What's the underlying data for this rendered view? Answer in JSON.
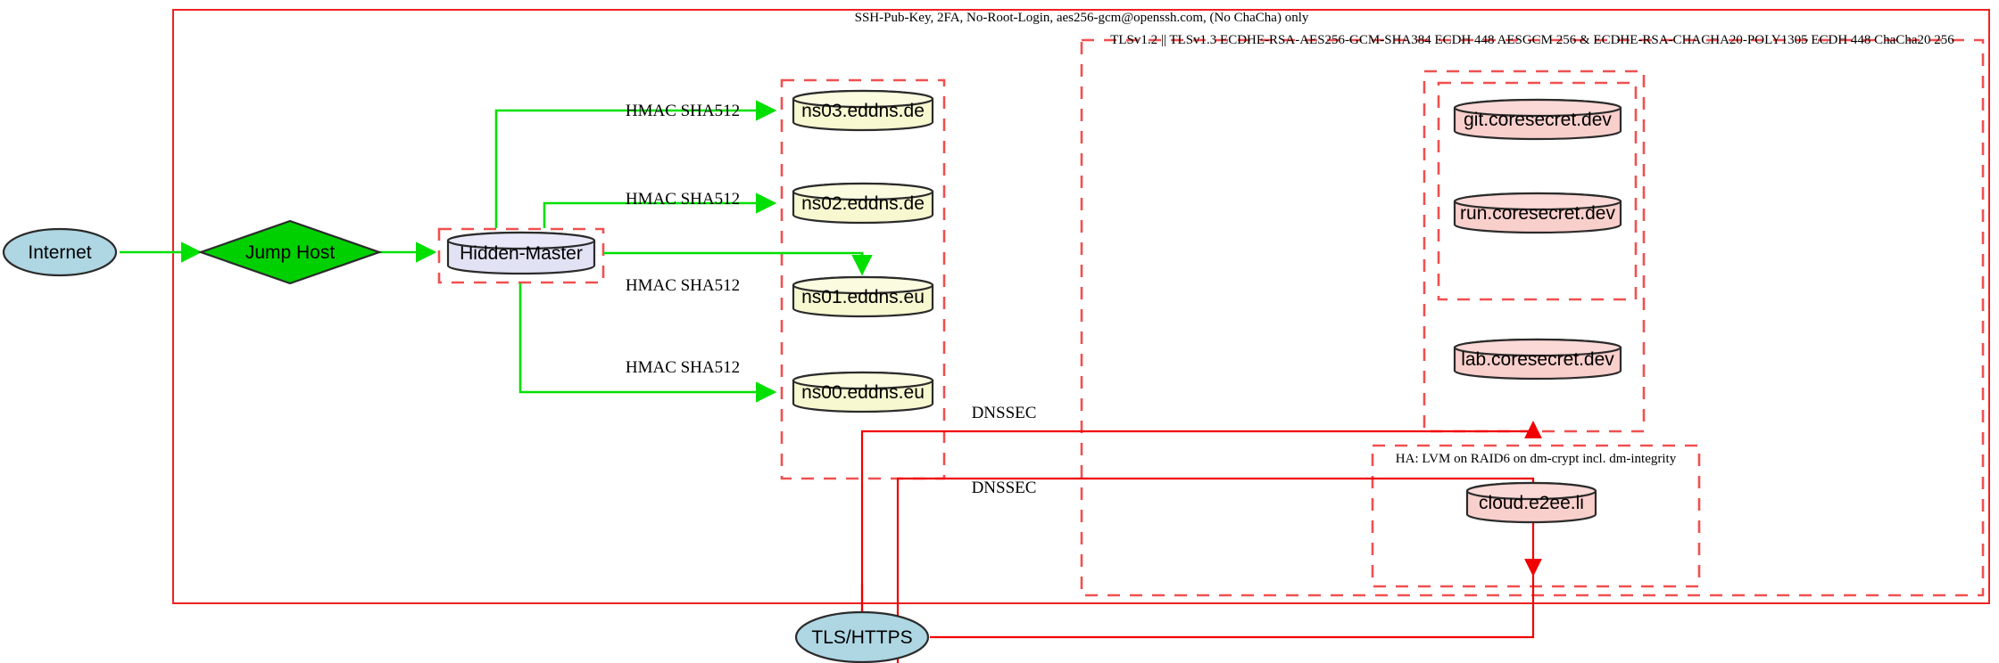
{
  "diagram": {
    "title_boundary_label": "SSH-Pub-Key, 2FA, No-Root-Login, aes256-gcm@openssh.com, (No ChaCha) only",
    "tls_boundary_label": "TLSv1.2 || TLSv1.3 ECDHE-RSA-AES256-GCM-SHA384 ECDH 448 AESGCM 256 & ECDHE-RSA-CHACHA20-POLY1305 ECDH 448 ChaCha20 256",
    "ha_boundary_label": "HA: LVM on RAID6 on dm-crypt incl. dm-integrity",
    "nodes": {
      "internet": "Internet",
      "jump_host": "Jump Host",
      "hidden_master": "Hidden-Master",
      "tls_https": "TLS/HTTPS",
      "ns03": "ns03.eddns.de",
      "ns02": "ns02.eddns.de",
      "ns01": "ns01.eddns.eu",
      "ns00": "ns00.eddns.eu",
      "git": "git.coresecret.dev",
      "run": "run.coresecret.dev",
      "lab": "lab.coresecret.dev",
      "cloud": "cloud.e2ee.li"
    },
    "edge_labels": {
      "hmac_ns03": "HMAC SHA512",
      "hmac_ns02": "HMAC SHA512",
      "hmac_ns01": "HMAC SHA512",
      "hmac_ns00": "HMAC SHA512",
      "dnssec_upper": "DNSSEC",
      "dnssec_lower": "DNSSEC"
    },
    "colors": {
      "boundary_red": "#ee2222",
      "dashed_red": "#f05050",
      "edge_green": "#00e000",
      "edge_red": "#f00000",
      "internet_fill": "#aed6e3",
      "jump_fill": "#00d000",
      "master_fill": "#e2e2f5",
      "ns_fill": "#f7f7d0",
      "service_fill": "#f9cfcc"
    }
  }
}
